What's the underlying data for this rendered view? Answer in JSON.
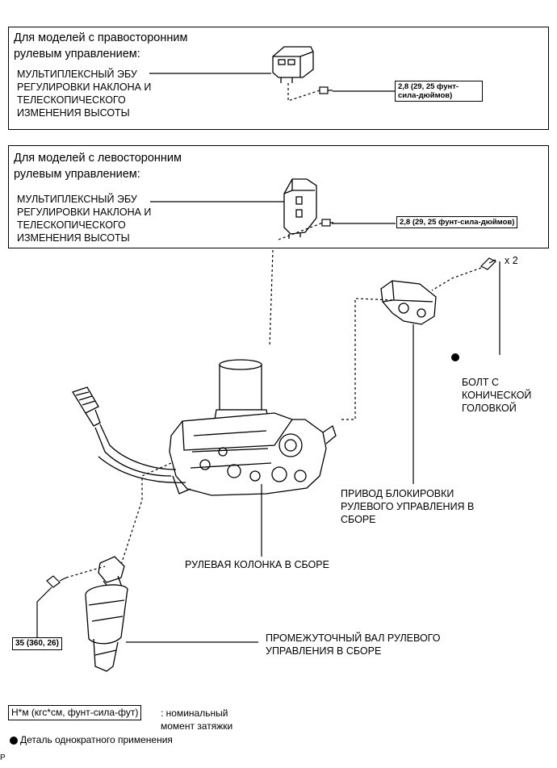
{
  "panel_rhd": {
    "title": "Для моделей с правосторонним\nрулевым управлением:",
    "ecu_label": "МУЛЬТИПЛЕКСНЫЙ ЭБУ\nРЕГУЛИРОВКИ НАКЛОНА И\nТЕЛЕСКОПИЧЕСКОГО\nИЗМЕНЕНИЯ ВЫСОТЫ",
    "torque": "2,8 (29, 25 фунт-\nсила-дюймов)"
  },
  "panel_lhd": {
    "title": "Для моделей с левосторонним\nрулевым управлением:",
    "ecu_label": "МУЛЬТИПЛЕКСНЫЙ ЭБУ\nРЕГУЛИРОВКИ НАКЛОНА И\nТЕЛЕСКОПИЧЕСКОГО\nИЗМЕНЕНИЯ ВЫСОТЫ",
    "torque": "2,8 (29, 25 фунт-сила-дюймов)"
  },
  "main": {
    "bolt_qty": "x 2",
    "tapered_bolt_label": "БОЛТ С\nКОНИЧЕСКОЙ\nГОЛОВКОЙ",
    "lock_actuator_label": "ПРИВОД БЛОКИРОВКИ\nРУЛЕВОГО УПРАВЛЕНИЯ В\nСБОРЕ",
    "column_label": "РУЛЕВАЯ КОЛОНКА В СБОРЕ",
    "shaft_torque": "35 (360, 26)",
    "shaft_label": "ПРОМЕЖУТОЧНЫЙ ВАЛ РУЛЕВОГО\nУПРАВЛЕНИЯ В СБОРЕ"
  },
  "legend": {
    "torque_box": "Н*м (кгс*см, фунт-сила-фут)",
    "torque_desc": ": номинальный\nмомент затяжки",
    "non_reusable": "Деталь однократного применения"
  },
  "footer_letter": "P"
}
